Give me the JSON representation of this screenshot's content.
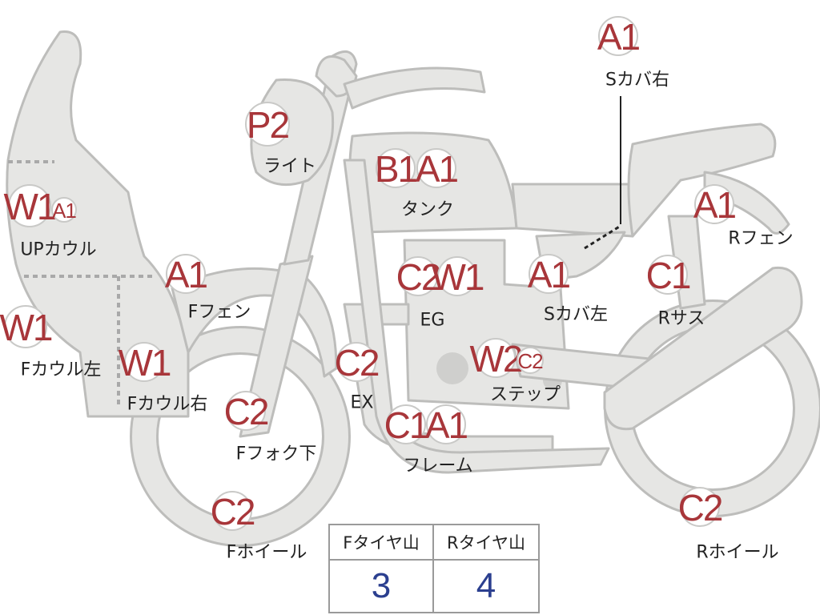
{
  "colors": {
    "badge_text": "#a8363a",
    "table_value": "#2b3f8f",
    "part_fill": "#e6e6e4",
    "part_stroke": "#bdbdbb"
  },
  "callouts": [
    {
      "id": "s-cover-right",
      "codes": [
        "A1"
      ],
      "label": "Sカバ右"
    },
    {
      "id": "light",
      "codes": [
        "P2"
      ],
      "label": "ライト"
    },
    {
      "id": "tank",
      "codes": [
        "B1",
        "A1"
      ],
      "label": "タンク"
    },
    {
      "id": "up-cowl",
      "codes": [
        "W1",
        "A1"
      ],
      "label": "UPカウル"
    },
    {
      "id": "r-fender",
      "codes": [
        "A1"
      ],
      "label": "Rフェン"
    },
    {
      "id": "f-fender",
      "codes": [
        "A1"
      ],
      "label": "Fフェン"
    },
    {
      "id": "eg",
      "codes": [
        "C2",
        "W1"
      ],
      "label": "EG"
    },
    {
      "id": "s-cover-left",
      "codes": [
        "A1"
      ],
      "label": "Sカバ左"
    },
    {
      "id": "r-suspension",
      "codes": [
        "C1"
      ],
      "label": "Rサス"
    },
    {
      "id": "f-cowl-left",
      "codes": [
        "W1"
      ],
      "label": "Fカウル左"
    },
    {
      "id": "f-cowl-right",
      "codes": [
        "W1"
      ],
      "label": "Fカウル右"
    },
    {
      "id": "ex",
      "codes": [
        "C2"
      ],
      "label": "EX"
    },
    {
      "id": "step",
      "codes": [
        "W2",
        "C2"
      ],
      "label": "ステップ"
    },
    {
      "id": "f-fork-lower",
      "codes": [
        "C2"
      ],
      "label": "Fフォク下"
    },
    {
      "id": "frame",
      "codes": [
        "C1",
        "A1"
      ],
      "label": "フレーム"
    },
    {
      "id": "f-wheel",
      "codes": [
        "C2"
      ],
      "label": "Fホイール"
    },
    {
      "id": "r-wheel",
      "codes": [
        "C2"
      ],
      "label": "Rホイール"
    }
  ],
  "tire_table": {
    "headers": [
      "Fタイヤ山",
      "Rタイヤ山"
    ],
    "values": [
      "3",
      "4"
    ]
  }
}
